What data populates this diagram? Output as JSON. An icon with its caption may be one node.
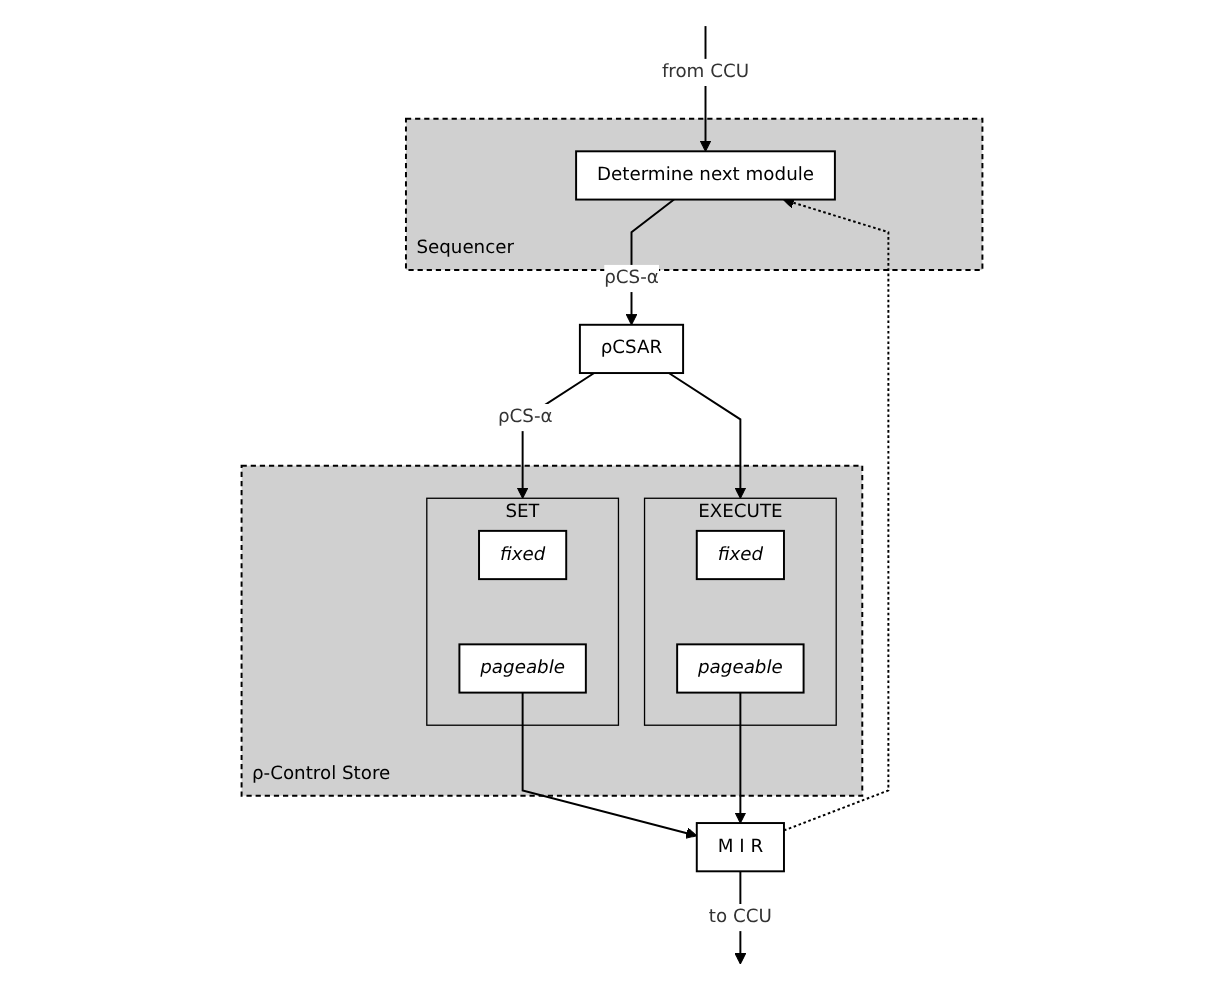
{
  "diagram": {
    "nodes": [
      {
        "text": [
          "Sequencer"
        ]
      },
      {
        "text": [
          "Determine next module"
        ],
        "in": 0
      },
      {
        "text": [
          "ρCSAR"
        ]
      },
      {
        "text": [
          "ρ-Control Store"
        ]
      },
      {
        "text": [
          "SET"
        ],
        "in": 3
      },
      {
        "text": [
          "fixed"
        ],
        "in": 4
      },
      {
        "text": [
          "pageable"
        ],
        "in": 4
      },
      {
        "text": [
          "EXECUTE"
        ],
        "in": 3
      },
      {
        "text": [
          "fixed"
        ],
        "in": 7
      },
      {
        "text": [
          "pageable"
        ],
        "in": 7
      },
      {
        "text": [
          "M I R"
        ]
      }
    ],
    "edges": [
      {
        "from": null,
        "to": 1,
        "arrow": "to",
        "label": "from CCU"
      },
      {
        "from": 1,
        "to": 2,
        "arrow": "to",
        "label": "ρCS-α"
      },
      {
        "from": 2,
        "to": 4,
        "arrow": "to",
        "label": "ρCS-α"
      },
      {
        "from": 2,
        "to": 7,
        "arrow": "to"
      },
      {
        "from": 6,
        "to": 10,
        "arrow": "to"
      },
      {
        "from": 9,
        "to": 10,
        "arrow": "to"
      },
      {
        "from": 10,
        "to": null,
        "arrow": "to",
        "label": "to CCU"
      },
      {
        "from": 10,
        "to": 1,
        "arrow": "to",
        "style": "dashed"
      }
    ]
  }
}
